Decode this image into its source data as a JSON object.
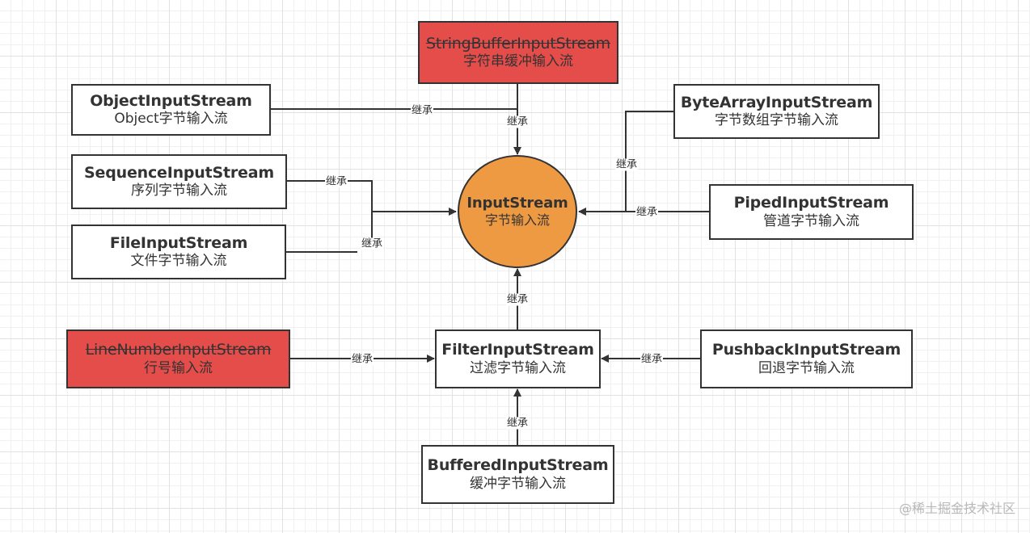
{
  "diagram": {
    "title": "InputStream class hierarchy",
    "colors": {
      "root_fill": "#ee9a43",
      "deprecated_fill": "#e54d4b",
      "node_fill": "#ffffff",
      "line": "#333333"
    },
    "edge_label": "继承",
    "nodes": {
      "input_stream": {
        "name": "InputStream",
        "desc": "字节输入流",
        "kind": "root"
      },
      "string_buffer_input_stream": {
        "name": "StringBufferInputStream",
        "desc": "字符串缓冲输入流",
        "kind": "deprecated"
      },
      "object_input_stream": {
        "name": "ObjectInputStream",
        "desc": "Object字节输入流",
        "kind": "class"
      },
      "sequence_input_stream": {
        "name": "SequenceInputStream",
        "desc": "序列字节输入流",
        "kind": "class"
      },
      "file_input_stream": {
        "name": "FileInputStream",
        "desc": "文件字节输入流",
        "kind": "class"
      },
      "byte_array_input_stream": {
        "name": "ByteArrayInputStream",
        "desc": "字节数组字节输入流",
        "kind": "class"
      },
      "piped_input_stream": {
        "name": "PipedInputStream",
        "desc": "管道字节输入流",
        "kind": "class"
      },
      "filter_input_stream": {
        "name": "FilterInputStream",
        "desc": "过滤字节输入流",
        "kind": "class"
      },
      "line_number_input_stream": {
        "name": "LineNumberInputStream",
        "desc": "行号输入流",
        "kind": "deprecated"
      },
      "pushback_input_stream": {
        "name": "PushbackInputStream",
        "desc": "回退字节输入流",
        "kind": "class"
      },
      "buffered_input_stream": {
        "name": "BufferedInputStream",
        "desc": "缓冲字节输入流",
        "kind": "class"
      }
    },
    "edges": [
      {
        "from": "string_buffer_input_stream",
        "to": "input_stream",
        "label": "继承"
      },
      {
        "from": "object_input_stream",
        "to": "input_stream",
        "label": "继承"
      },
      {
        "from": "sequence_input_stream",
        "to": "input_stream",
        "label": "继承"
      },
      {
        "from": "file_input_stream",
        "to": "input_stream",
        "label": "继承"
      },
      {
        "from": "byte_array_input_stream",
        "to": "input_stream",
        "label": "继承"
      },
      {
        "from": "piped_input_stream",
        "to": "input_stream",
        "label": "继承"
      },
      {
        "from": "filter_input_stream",
        "to": "input_stream",
        "label": "继承"
      },
      {
        "from": "line_number_input_stream",
        "to": "filter_input_stream",
        "label": "继承"
      },
      {
        "from": "pushback_input_stream",
        "to": "filter_input_stream",
        "label": "继承"
      },
      {
        "from": "buffered_input_stream",
        "to": "filter_input_stream",
        "label": "继承"
      }
    ]
  },
  "watermark": "@稀土掘金技术社区"
}
